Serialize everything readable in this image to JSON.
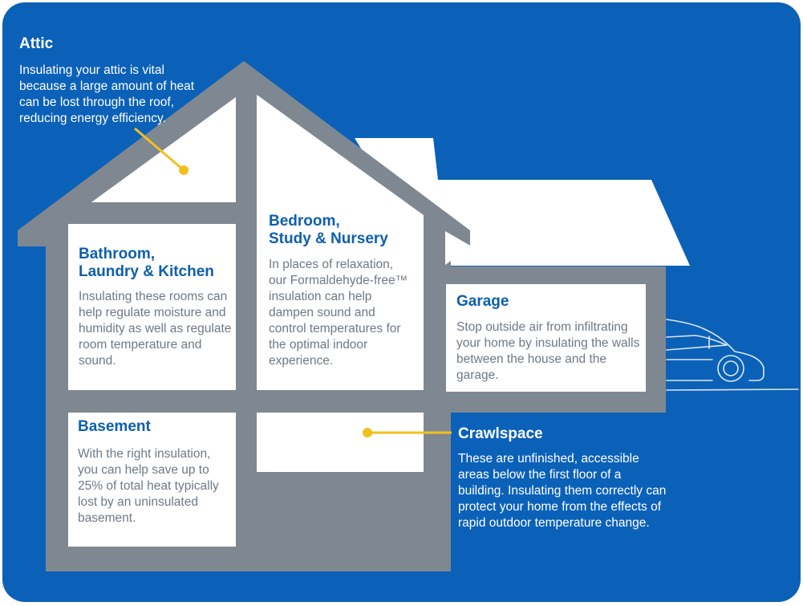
{
  "sections": {
    "attic": {
      "title": "Attic",
      "text": "Insulating your attic is vital because a large amount of heat can be lost through the roof, reducing energy efficiency."
    },
    "bathroom": {
      "title": "Bathroom,\nLaundry & Kitchen",
      "text": "Insulating these rooms can help regulate moisture and humidity as well as regulate room temperature and sound."
    },
    "bedroom": {
      "title": "Bedroom,\nStudy & Nursery",
      "text": "In places of relaxation, our Formaldehyde-free™ insulation can help dampen sound and control temperatures for the optimal indoor experience."
    },
    "garage": {
      "title": "Garage",
      "text": "Stop outside air from infiltrating your home by insulating the walls between the house and the garage."
    },
    "basement": {
      "title": "Basement",
      "text": "With the right insulation, you can help save up to 25% of total heat typically lost by an uninsulated basement."
    },
    "crawlspace": {
      "title": "Crawlspace",
      "text": "These are unfinished, accessible areas below the first floor of a building. Insulating them correctly can protect your home from the effects of rapid outdoor temperature change."
    }
  },
  "colors": {
    "background": "#0b61b8",
    "house_frame": "#7f8891",
    "room_fill": "#ffffff",
    "accent": "#f2c01e",
    "heading_blue": "#0d5fae"
  },
  "icons": [
    "car-icon",
    "callout-dot-icon"
  ]
}
